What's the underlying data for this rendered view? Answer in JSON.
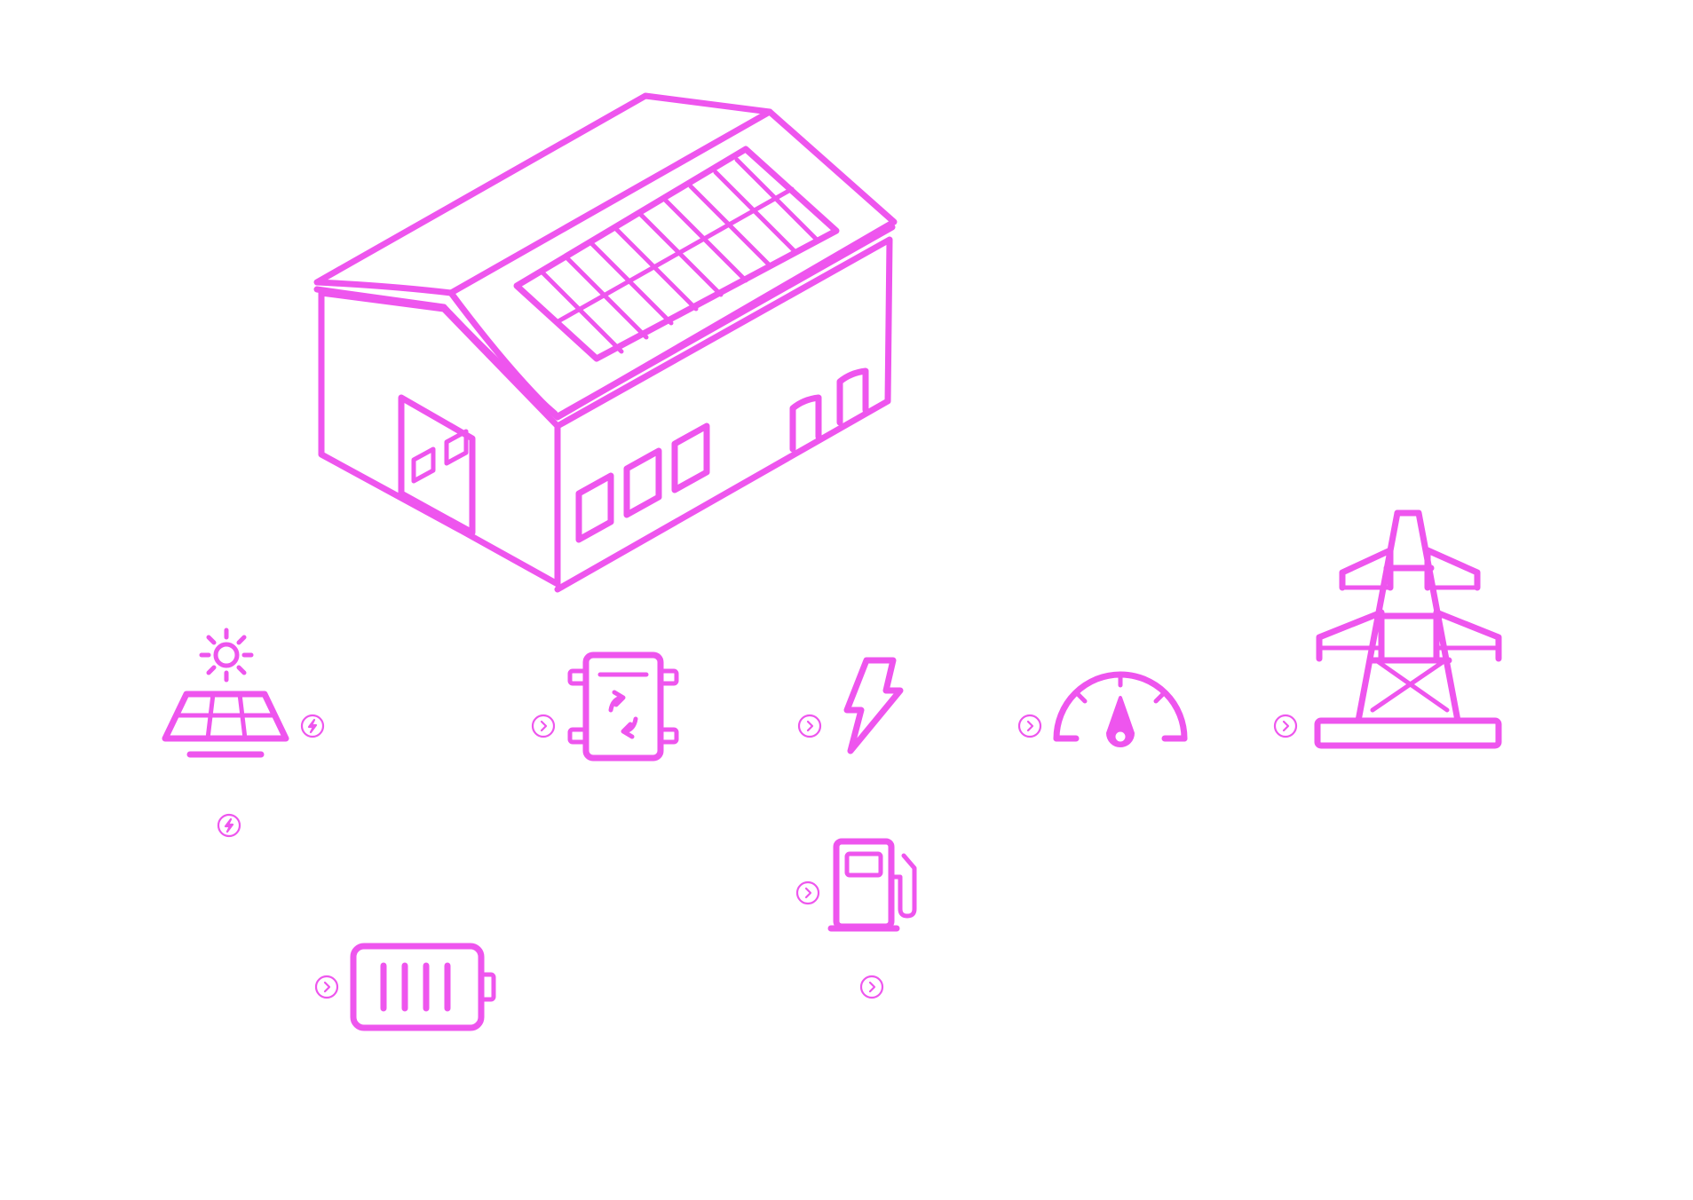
{
  "theme": {
    "accent": "#ee55ee",
    "background": "#ffffff"
  },
  "nodes": [
    {
      "id": "warehouse",
      "icon": "warehouse-with-solar-roof-icon"
    },
    {
      "id": "solar-panel",
      "icon": "solar-panel-icon"
    },
    {
      "id": "inverter",
      "icon": "inverter-icon"
    },
    {
      "id": "electricity",
      "icon": "lightning-bolt-icon"
    },
    {
      "id": "meter",
      "icon": "power-meter-gauge-icon"
    },
    {
      "id": "grid",
      "icon": "transmission-tower-icon"
    },
    {
      "id": "battery",
      "icon": "battery-icon"
    },
    {
      "id": "ev-charger",
      "icon": "fuel-charging-station-icon"
    }
  ],
  "badges": [
    {
      "id": "solar-output",
      "icon": "lightning-badge-icon"
    },
    {
      "id": "solar-down",
      "icon": "lightning-badge-icon"
    },
    {
      "id": "to-inverter",
      "icon": "chevron-right-badge-icon"
    },
    {
      "id": "to-electricity",
      "icon": "chevron-right-badge-icon"
    },
    {
      "id": "to-meter",
      "icon": "chevron-right-badge-icon"
    },
    {
      "id": "to-grid",
      "icon": "chevron-right-badge-icon"
    },
    {
      "id": "to-battery",
      "icon": "chevron-right-badge-icon"
    },
    {
      "id": "to-charger",
      "icon": "chevron-right-badge-icon"
    },
    {
      "id": "charger-out",
      "icon": "chevron-right-badge-icon"
    }
  ]
}
